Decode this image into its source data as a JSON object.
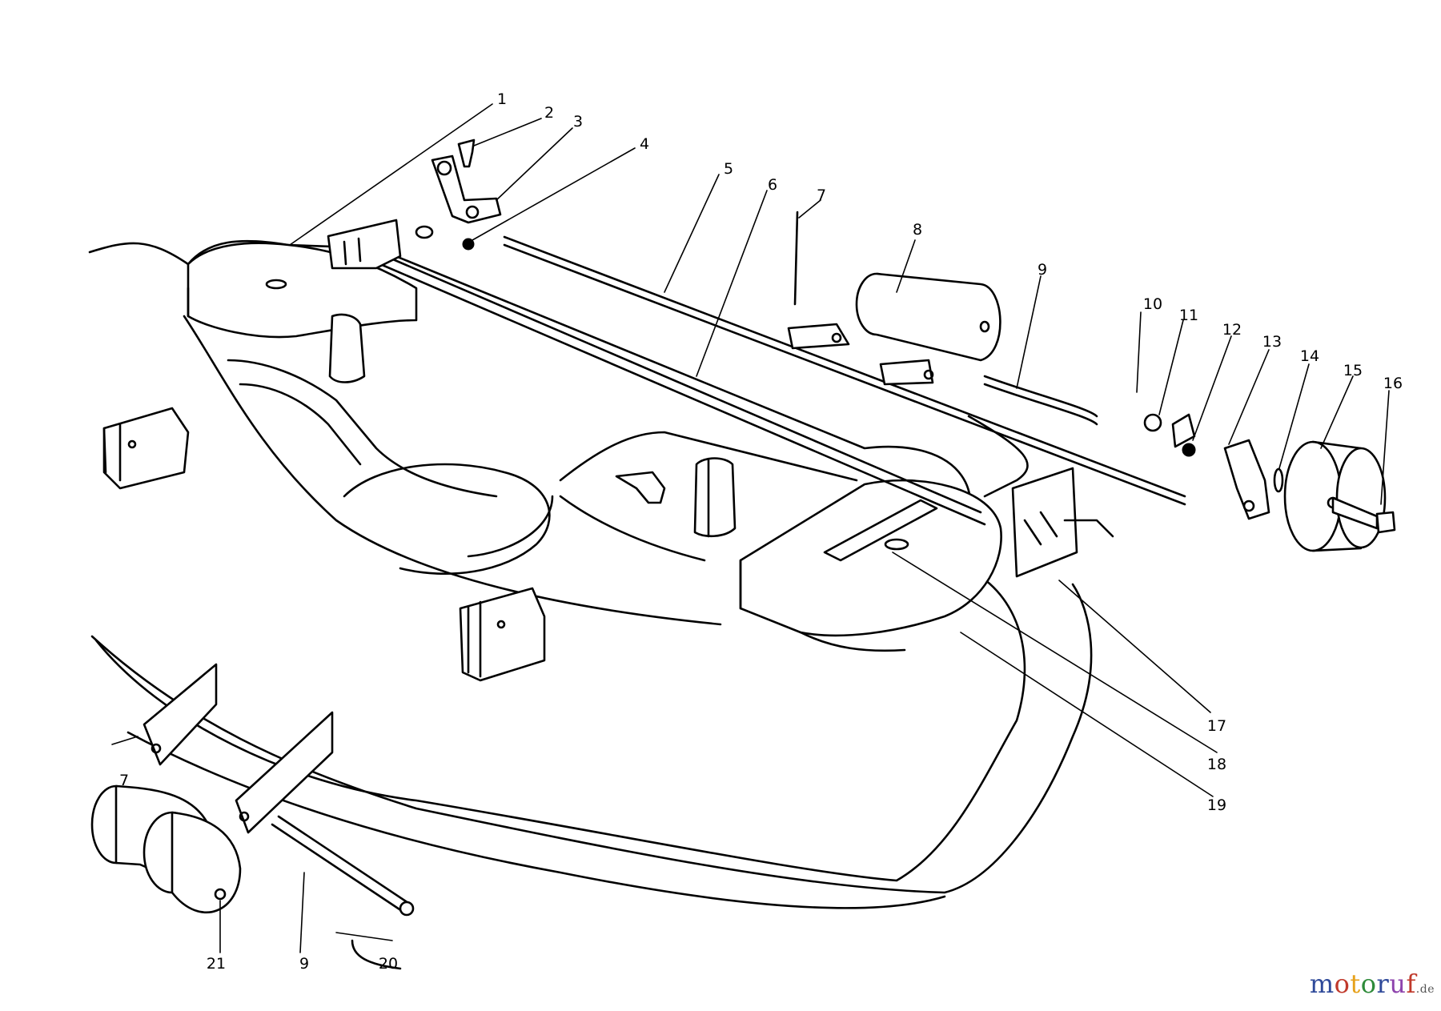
{
  "diagram": {
    "part_labels": [
      "1",
      "2",
      "3",
      "4",
      "5",
      "6",
      "7",
      "8",
      "9",
      "10",
      "11",
      "12",
      "13",
      "14",
      "15",
      "16",
      "17",
      "18",
      "19",
      "7",
      "9",
      "20",
      "21"
    ]
  },
  "watermark": {
    "brand": "motoruf",
    "tld": ".de",
    "colors": [
      "#2f4a9a",
      "#c0392b",
      "#e6a11b",
      "#2e8b3a",
      "#2f4a9a",
      "#8e44ad",
      "#c0392b"
    ]
  }
}
